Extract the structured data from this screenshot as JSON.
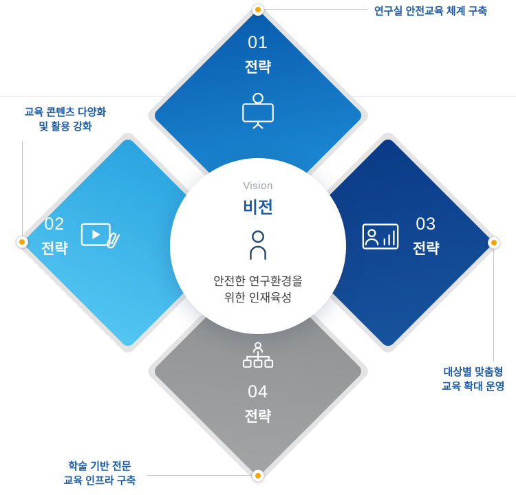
{
  "center": {
    "vision_en": "Vision",
    "vision_ko": "비전",
    "desc_line1": "안전한 연구환경을",
    "desc_line2": "위한 인재육성"
  },
  "diamonds": [
    {
      "number": "01",
      "label": "전략",
      "icon": "presentation-lightbulb-icon"
    },
    {
      "number": "02",
      "label": "전략",
      "icon": "video-content-icon"
    },
    {
      "number": "03",
      "label": "전략",
      "icon": "person-chart-icon"
    },
    {
      "number": "04",
      "label": "전략",
      "icon": "org-hierarchy-icon"
    }
  ],
  "callouts": {
    "top": {
      "text": "연구실 안전교육 체계 구축"
    },
    "left": {
      "line1": "교육 콘텐츠 다양화",
      "line2": "및 활용 강화"
    },
    "right": {
      "line1": "대상별 맞춤형",
      "line2": "교육 확대 운영"
    },
    "bottom": {
      "line1": "학술 기반 전문",
      "line2": "교육 인프라 구축"
    }
  },
  "colors": {
    "d1a": "#0a5cad",
    "d1b": "#1f93dd",
    "d2a": "#2aa3e0",
    "d2b": "#53c6f1",
    "d3a": "#0a3a87",
    "d3b": "#17539e",
    "d4a": "#8b8d8e",
    "d4b": "#a2a4a5",
    "dot": "#f7a400",
    "callout": "#1b5aa5",
    "visionBlue": "#1b5aa5"
  }
}
